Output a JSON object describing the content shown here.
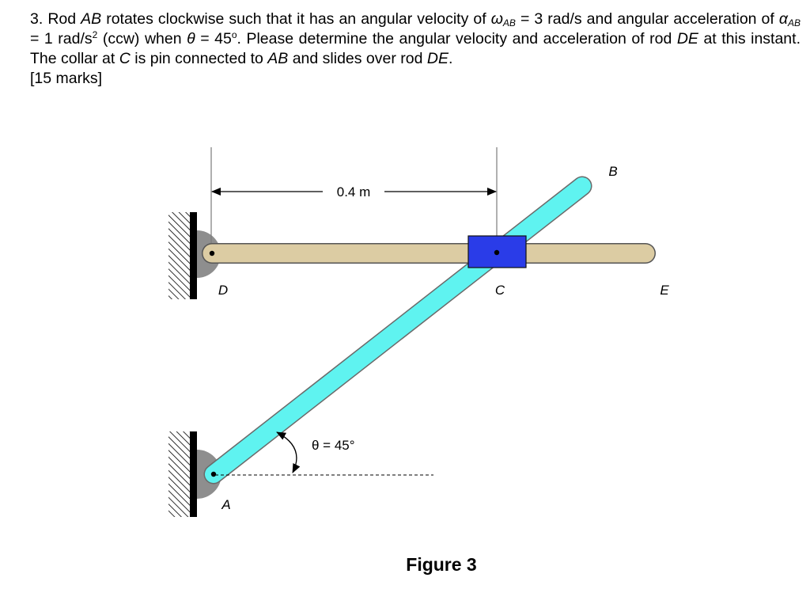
{
  "problem": {
    "number": "3.",
    "t1": " Rod ",
    "ab1": "AB",
    "t2": " rotates clockwise such that it has an angular velocity of ",
    "omega_sym": "ω",
    "omega_sub": "AB",
    "t3": " = 3 rad/s and angular acceleration of ",
    "alpha_sym": "α",
    "alpha_sub": "AB",
    "t4": " = 1 rad/s",
    "sq": "2",
    "t5": " (ccw) when ",
    "theta_sym": "θ",
    "t6": " = 45",
    "deg": "o",
    "t7": ". Please determine the angular velocity and acceleration of rod ",
    "de1": "DE",
    "t8": " at this instant. The collar at ",
    "c1": "C",
    "t9": " is pin connected to ",
    "ab2": "AB",
    "t10": " and slides over rod ",
    "de2": "DE",
    "t11": ".",
    "marks": "[15 marks]"
  },
  "figure": {
    "dimension": "0.4 m",
    "labels": {
      "A": "A",
      "B": "B",
      "C": "C",
      "D": "D",
      "E": "E"
    },
    "angle_label": "θ = 45°",
    "caption": "Figure 3"
  },
  "colors": {
    "rod_ab": "#5ff3f0",
    "rod_de": "#dccca3",
    "collar": "#2a3ce8",
    "pin_support": "#8e8e8e",
    "wall": "#000000"
  }
}
